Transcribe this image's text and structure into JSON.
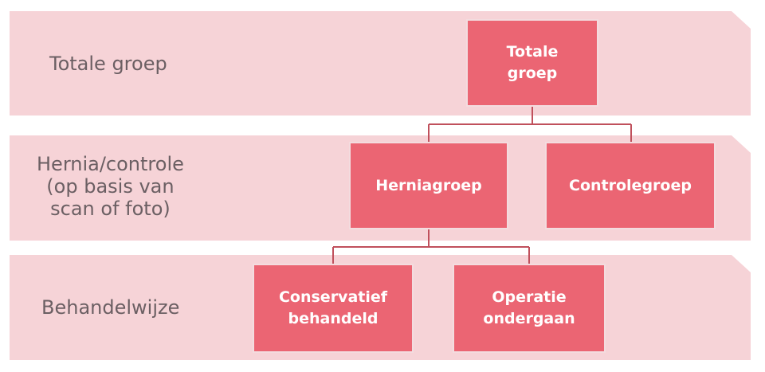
{
  "rows": [
    {
      "label_lines": [
        "Totale groep"
      ]
    },
    {
      "label_lines": [
        "Hernia/controle",
        "(op basis van",
        "scan of foto)"
      ]
    },
    {
      "label_lines": [
        "Behandelwijze"
      ]
    }
  ],
  "nodes": {
    "totale_groep": {
      "lines": [
        "Totale",
        "groep"
      ]
    },
    "herniagroep": {
      "lines": [
        "Herniagroep"
      ]
    },
    "controlegroep": {
      "lines": [
        "Controlegroep"
      ]
    },
    "conservatief": {
      "lines": [
        "Conservatief",
        "behandeld"
      ]
    },
    "operatie": {
      "lines": [
        "Operatie",
        "ondergaan"
      ]
    }
  },
  "colors": {
    "band": "#f6d3d7",
    "node_fill": "#eb6573",
    "node_text": "#ffffff",
    "connector": "#c0505c",
    "label_text": "#6b5f63"
  }
}
